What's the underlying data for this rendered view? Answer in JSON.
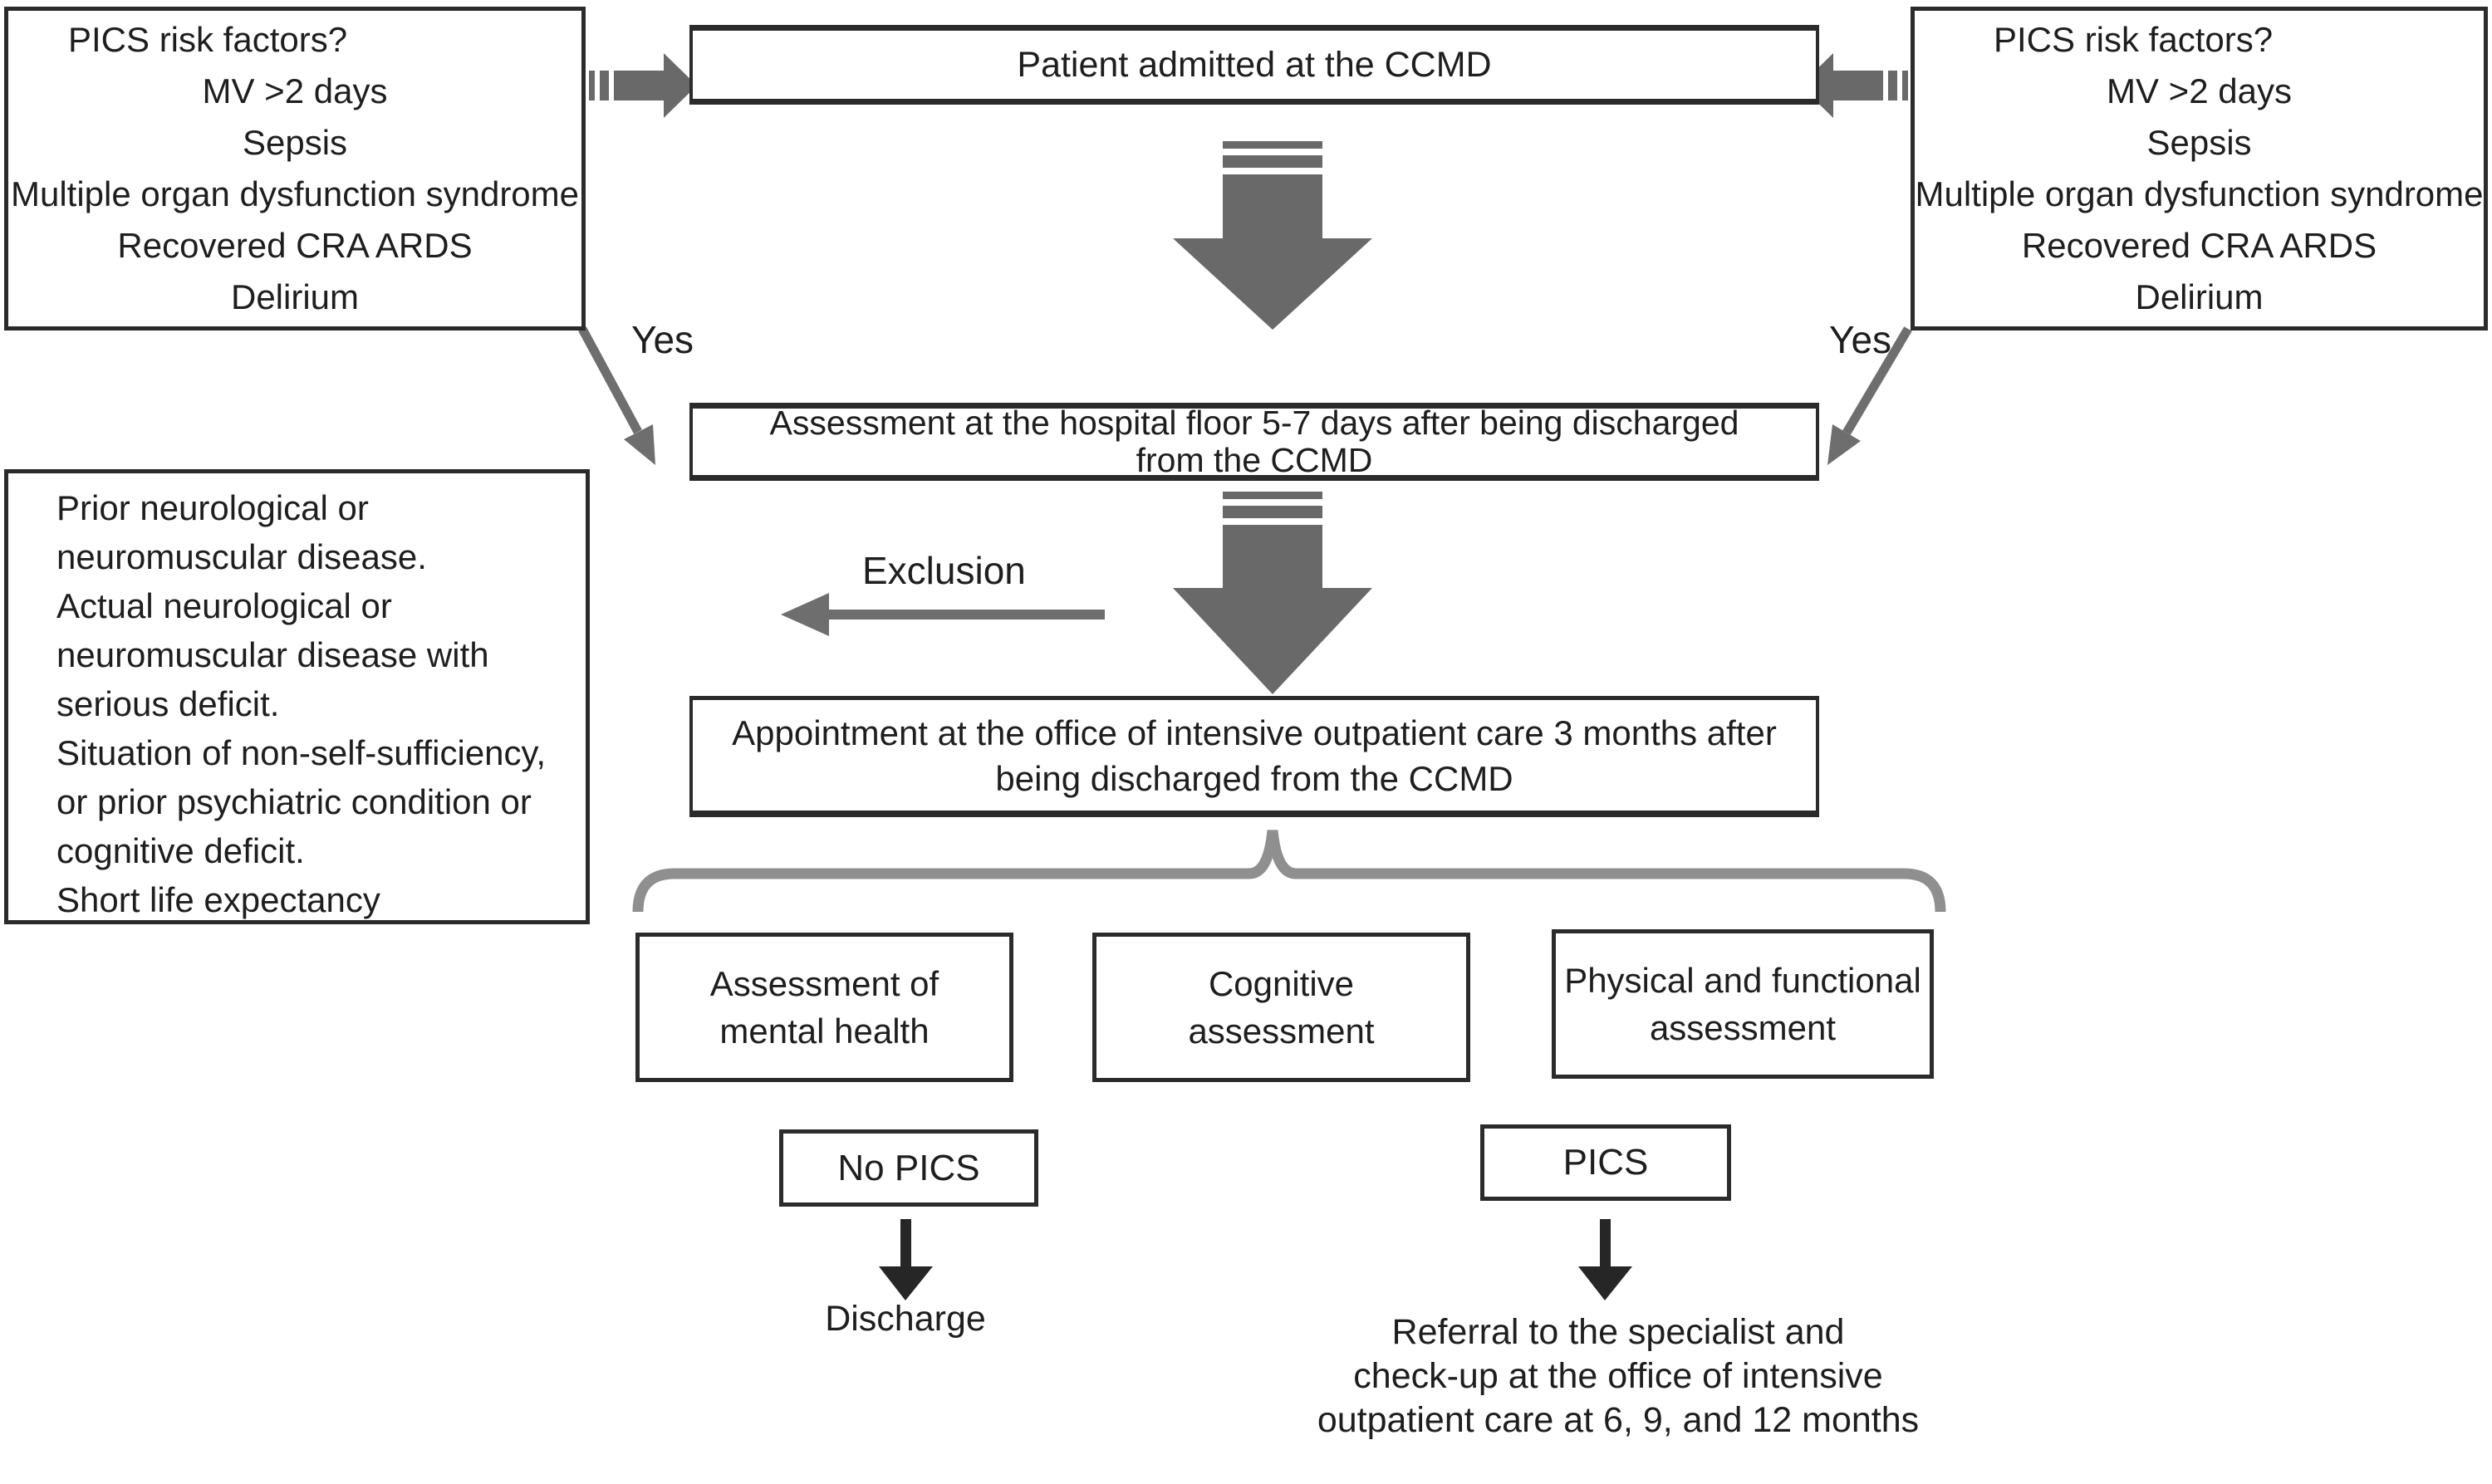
{
  "colors": {
    "border": "#2b2b2b",
    "text": "#1e1e1e",
    "block_arrow_gray": "#696969",
    "thin_arrow_gray": "#6e6e6e",
    "brace_gray": "#8f8f8f",
    "black_arrow": "#262626"
  },
  "labels": {
    "yes_left": "Yes",
    "yes_right": "Yes",
    "exclusion": "Exclusion",
    "discharge": "Discharge"
  },
  "boxes": {
    "risk_left": {
      "title": "PICS risk factors?",
      "items": [
        "MV >2 days",
        "Sepsis",
        "Multiple organ dysfunction syndrome",
        "Recovered CRA ARDS",
        "Delirium"
      ]
    },
    "risk_right": {
      "title": "PICS risk factors?",
      "items": [
        "MV >2 days",
        "Sepsis",
        "Multiple organ dysfunction syndrome",
        "Recovered CRA ARDS",
        "Delirium"
      ]
    },
    "admitted": {
      "text": "Patient admitted at the CCMD"
    },
    "floor_assessment": {
      "lines": [
        "Assessment at the hospital floor 5-7 days after being discharged",
        "from the CCMD"
      ]
    },
    "exclusion_criteria": {
      "lines": [
        "Prior neurological or",
        "neuromuscular disease.",
        "Actual neurological or",
        "neuromuscular disease with",
        "serious deficit.",
        "Situation of non-self-sufficiency,",
        " or prior psychiatric condition or",
        "cognitive deficit.",
        "Short life expectancy"
      ]
    },
    "appointment": {
      "lines": [
        "Appointment at the office of intensive outpatient care 3 months after",
        "being discharged from the CCMD"
      ]
    },
    "mental_health": {
      "lines": [
        "Assessment of",
        "mental health"
      ]
    },
    "cognitive": {
      "lines": [
        "Cognitive",
        "assessment"
      ]
    },
    "physical": {
      "lines": [
        "Physical and functional",
        "assessment"
      ]
    },
    "no_pics": {
      "text": "No PICS"
    },
    "pics": {
      "text": "PICS"
    },
    "referral": {
      "lines": [
        "Referral to the specialist and",
        "check-up at the office of intensive",
        "outpatient care at 6, 9, and 12 months"
      ]
    }
  }
}
